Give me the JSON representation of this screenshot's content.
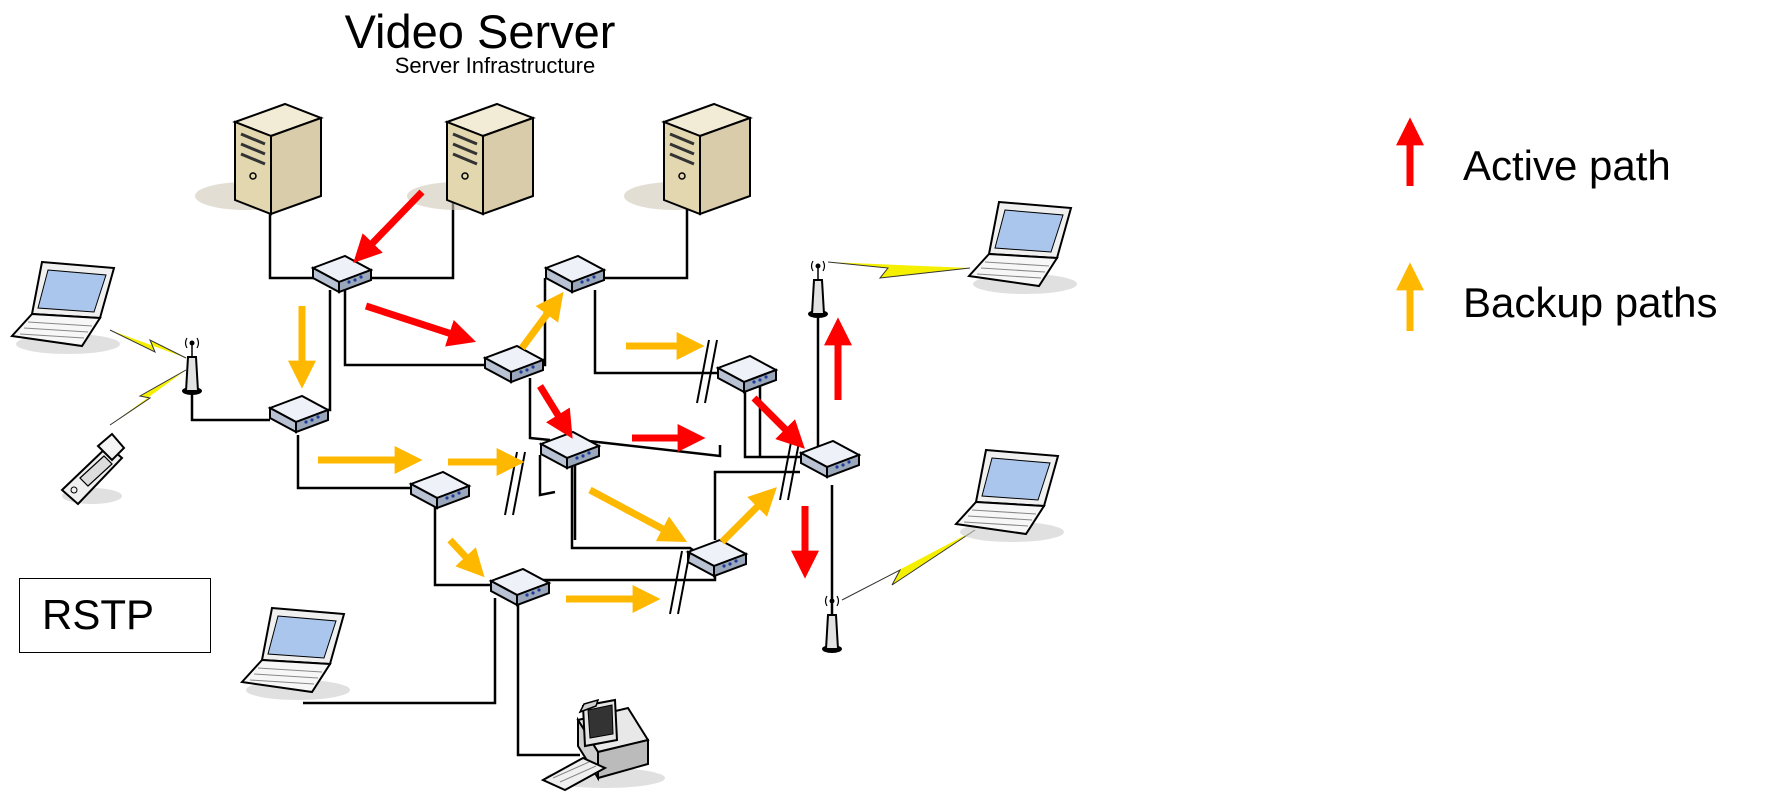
{
  "header": {
    "title": "Video Server",
    "subtitle": "Server Infrastructure"
  },
  "legend": {
    "active": {
      "label": "Active path",
      "color": "#ff0000"
    },
    "backup": {
      "label": "Backup paths",
      "color": "#ffb800"
    }
  },
  "protocol_label": "RSTP",
  "icons": [
    "server-icon",
    "switch-icon",
    "laptop-icon",
    "wireless-ap-icon",
    "pda-icon",
    "desktop-computer-icon",
    "blocked-port-marker",
    "wireless-link-icon"
  ]
}
